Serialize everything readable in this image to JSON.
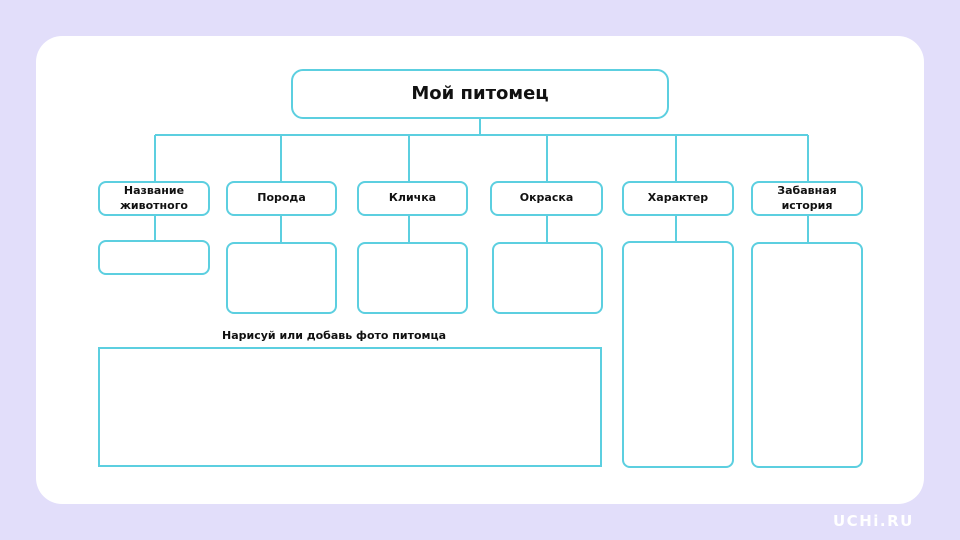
{
  "diagram": {
    "title": "Мой питомец",
    "categories": [
      "Название животного",
      "Порода",
      "Кличка",
      "Окраска",
      "Характер",
      "Забавная история"
    ],
    "photo_prompt": "Нарисуй или добавь фото питомца",
    "line_color": "#5ccfe0"
  },
  "brand": {
    "logo_text": "UCHi.RU"
  },
  "colors": {
    "background": "#e2defa",
    "card": "#ffffff",
    "text": "#111111"
  }
}
